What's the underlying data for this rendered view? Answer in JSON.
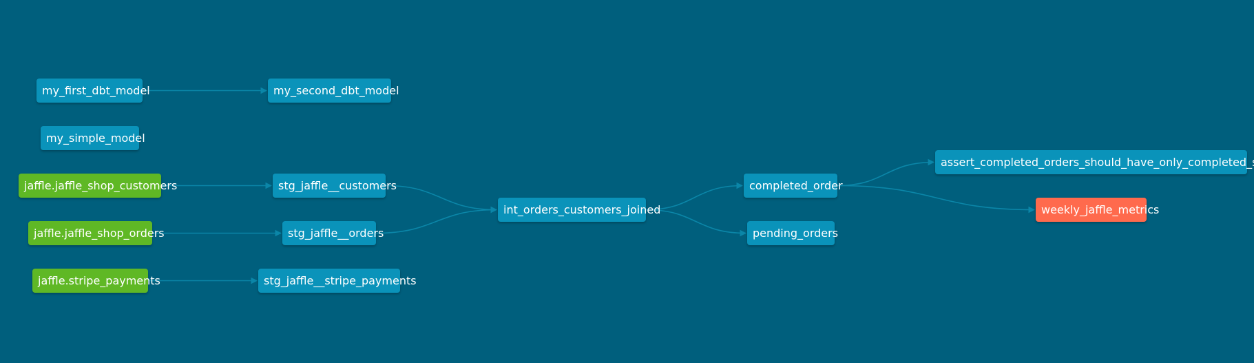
{
  "colors": {
    "background": "#005f7d",
    "model": "#0a93ba",
    "source": "#5fb825",
    "exposure": "#ff6a4d",
    "edge": "#0b86a8"
  },
  "nodes": {
    "my_first_dbt_model": {
      "label": "my_first_dbt_model",
      "type": "model"
    },
    "my_second_dbt_model": {
      "label": "my_second_dbt_model",
      "type": "model"
    },
    "my_simple_model": {
      "label": "my_simple_model",
      "type": "model"
    },
    "src_customers": {
      "label": "jaffle.jaffle_shop_customers",
      "type": "source"
    },
    "src_orders": {
      "label": "jaffle.jaffle_shop_orders",
      "type": "source"
    },
    "src_payments": {
      "label": "jaffle.stripe_payments",
      "type": "source"
    },
    "stg_customers": {
      "label": "stg_jaffle__customers",
      "type": "model"
    },
    "stg_orders": {
      "label": "stg_jaffle__orders",
      "type": "model"
    },
    "stg_payments": {
      "label": "stg_jaffle__stripe_payments",
      "type": "model"
    },
    "int_joined": {
      "label": "int_orders_customers_joined",
      "type": "model"
    },
    "completed_order": {
      "label": "completed_order",
      "type": "model"
    },
    "pending_orders": {
      "label": "pending_orders",
      "type": "model"
    },
    "assert_test": {
      "label": "assert_completed_orders_should_have_only_completed_status",
      "type": "model"
    },
    "weekly_metrics": {
      "label": "weekly_jaffle_metrics",
      "type": "exposure"
    }
  },
  "edges": [
    [
      "my_first_dbt_model",
      "my_second_dbt_model"
    ],
    [
      "src_customers",
      "stg_customers"
    ],
    [
      "src_orders",
      "stg_orders"
    ],
    [
      "src_payments",
      "stg_payments"
    ],
    [
      "stg_customers",
      "int_joined"
    ],
    [
      "stg_orders",
      "int_joined"
    ],
    [
      "int_joined",
      "completed_order"
    ],
    [
      "int_joined",
      "pending_orders"
    ],
    [
      "completed_order",
      "assert_test"
    ],
    [
      "completed_order",
      "weekly_metrics"
    ]
  ]
}
